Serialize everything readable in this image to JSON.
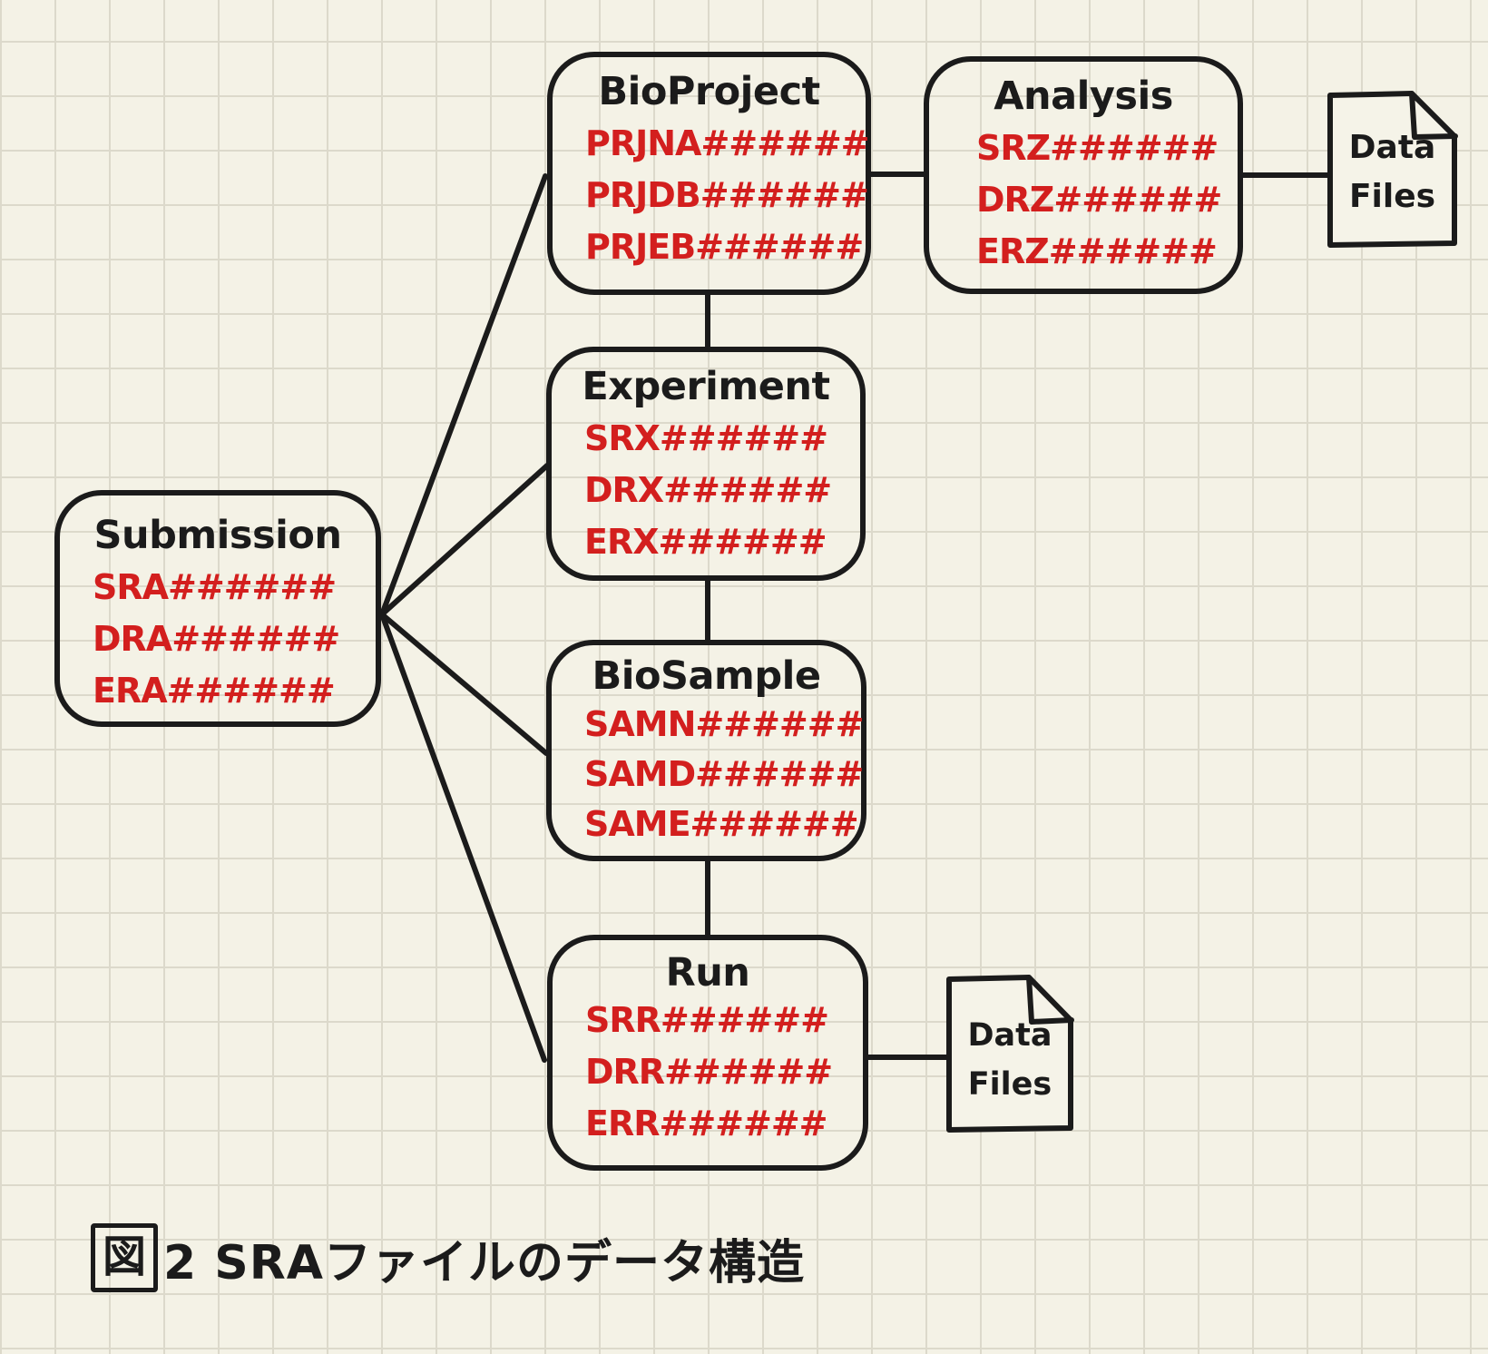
{
  "figure": {
    "caption_box_char": "図",
    "caption_text": "2 SRAファイルのデータ構造"
  },
  "nodes": {
    "submission": {
      "title": "Submission",
      "accessions": [
        "SRA######",
        "DRA######",
        "ERA######"
      ]
    },
    "bioproject": {
      "title": "BioProject",
      "accessions": [
        "PRJNA######",
        "PRJDB######",
        "PRJEB######"
      ]
    },
    "analysis": {
      "title": "Analysis",
      "accessions": [
        "SRZ######",
        "DRZ######",
        "ERZ######"
      ]
    },
    "experiment": {
      "title": "Experiment",
      "accessions": [
        "SRX######",
        "DRX######",
        "ERX######"
      ]
    },
    "biosample": {
      "title": "BioSample",
      "accessions": [
        "SAMN######",
        "SAMD######",
        "SAME######"
      ]
    },
    "run": {
      "title": "Run",
      "accessions": [
        "SRR######",
        "DRR######",
        "ERR######"
      ]
    }
  },
  "documents": {
    "analysis_files": {
      "line1": "Data",
      "line2": "Files"
    },
    "run_files": {
      "line1": "Data",
      "line2": "Files"
    }
  },
  "colors": {
    "paper": "#f4f2e6",
    "grid": "#dcd9cb",
    "ink": "#1b1b1b",
    "accession_red": "#d31f1e"
  }
}
